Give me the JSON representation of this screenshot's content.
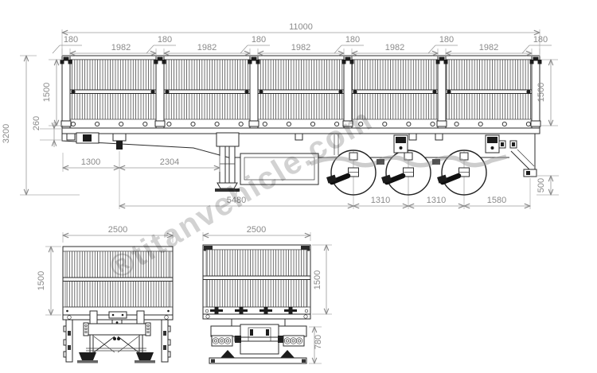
{
  "drawing": {
    "watermark": "®titanvehicle.com",
    "side_view": {
      "overall_length": "11000",
      "post_widths": [
        "180",
        "180",
        "180",
        "180",
        "180",
        "180"
      ],
      "panel_widths": [
        "1982",
        "1982",
        "1982",
        "1982",
        "1982"
      ],
      "overall_height": "3200",
      "wall_height_left": "1500",
      "frame_depth": "260",
      "wall_height_right": "1500",
      "rear_frame_height": "500",
      "front_to_kingpin": "1300",
      "kingpin_to_landing_gear": "2304",
      "kingpin_to_first_axle": "5480",
      "axle_spacings": [
        "1310",
        "1310"
      ],
      "last_axle_to_rear": "1580"
    },
    "front_view": {
      "width": "2500",
      "wall_height": "1500"
    },
    "rear_view": {
      "width": "2500",
      "wall_height": "1500",
      "undercarriage_height": "780"
    }
  }
}
